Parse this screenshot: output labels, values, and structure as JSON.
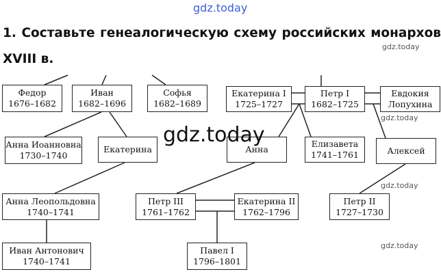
{
  "watermarks": {
    "top": "gdz.today",
    "center": "gdz.today",
    "small": "gdz.today"
  },
  "task": {
    "line1": "1. Составьте генеалогическую схему российских монархов",
    "line2": "XVIII в."
  },
  "persons": {
    "fedor": {
      "name": "Федор",
      "years": "1676–1682"
    },
    "ivan": {
      "name": "Иван",
      "years": "1682–1696"
    },
    "sofya": {
      "name": "Софья",
      "years": "1682–1689"
    },
    "ekaterina1": {
      "name": "Екатерина I",
      "years": "1725–1727"
    },
    "petr1": {
      "name": "Петр I",
      "years": "1682–1725"
    },
    "evdokia": {
      "name": "Евдокия",
      "years": "Лопухина"
    },
    "anna_ioannovna": {
      "name": "Анна Иоанновна",
      "years": "1730–1740"
    },
    "ekaterina": {
      "name": "Екатерина"
    },
    "anna": {
      "name": "Анна"
    },
    "elizaveta": {
      "name": "Елизавета",
      "years": "1741–1761"
    },
    "aleksei": {
      "name": "Алексей"
    },
    "anna_leopoldovna": {
      "name": "Анна Леопольдовна",
      "years": "1740–1741"
    },
    "petr3": {
      "name": "Петр III",
      "years": "1761–1762"
    },
    "ekaterina2": {
      "name": "Екатерина II",
      "years": "1762–1796"
    },
    "petr2": {
      "name": "Петр II",
      "years": "1727–1730"
    },
    "ivan_antonovich": {
      "name": "Иван Антонович",
      "years": "1740–1741"
    },
    "pavel1": {
      "name": "Павел I",
      "years": "1796–1801"
    }
  }
}
